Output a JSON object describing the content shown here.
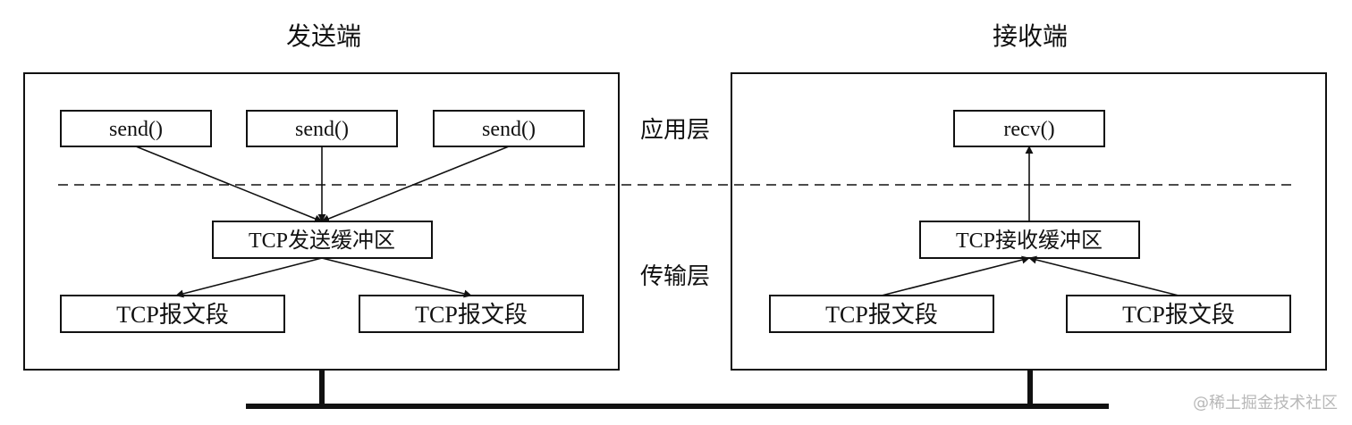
{
  "sender": {
    "title": "发送端",
    "app_calls": [
      "send()",
      "send()",
      "send()"
    ],
    "buffer": "TCP发送缓冲区",
    "segments": [
      "TCP报文段",
      "TCP报文段"
    ]
  },
  "receiver": {
    "title": "接收端",
    "app_call": "recv()",
    "buffer": "TCP接收缓冲区",
    "segments": [
      "TCP报文段",
      "TCP报文段"
    ]
  },
  "layers": {
    "application": "应用层",
    "transport": "传输层"
  },
  "watermark": "@稀土掘金技术社区",
  "colors": {
    "stroke": "#111111",
    "background": "#ffffff",
    "watermark": "#b8b8b8"
  }
}
